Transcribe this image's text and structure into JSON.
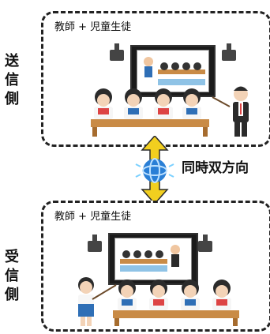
{
  "sender": {
    "label": "送\n信\n側",
    "caption": "教師 + 児童生徒"
  },
  "receiver": {
    "label": "受\n信\n側",
    "caption": "教師 + 児童生徒"
  },
  "connection": {
    "label": "同時双方向",
    "icon": "globe-network-icon"
  },
  "colors": {
    "desk": "#c98b46",
    "uniform_blue": "#2f6fb6",
    "arrow_yellow": "#f2cf1f",
    "globe_blue": "#2a7fd6"
  }
}
